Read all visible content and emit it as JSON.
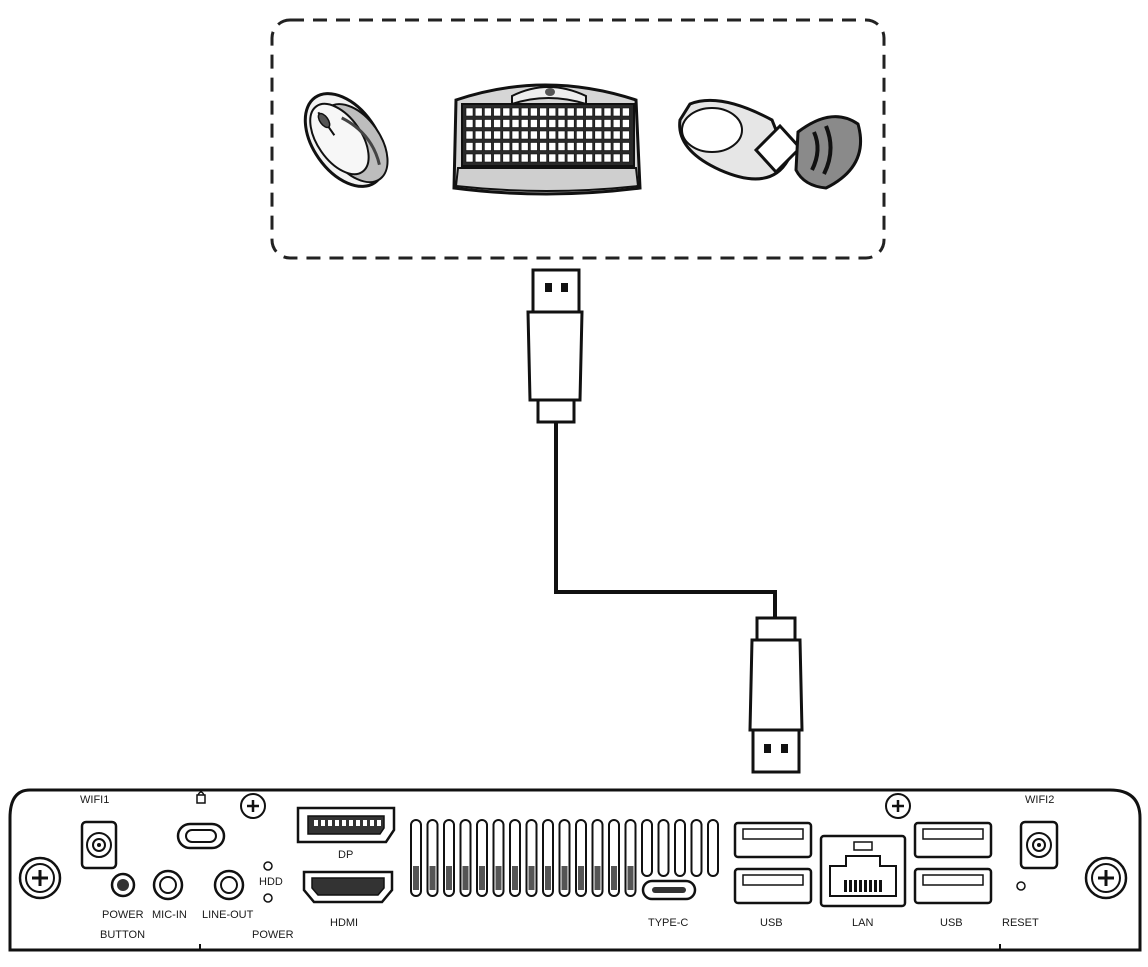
{
  "devices_group": {
    "items": [
      "mouse-icon",
      "keyboard-icon",
      "usb-dongle-icon"
    ]
  },
  "cable": {
    "connector_type": "USB Type-A"
  },
  "panel": {
    "labels": {
      "wifi1": "WIFI1",
      "wifi2": "WIFI2",
      "power_button_line1": "POWER",
      "power_button_line2": "BUTTON",
      "mic_in": "MIC-IN",
      "line_out": "LINE-OUT",
      "hdd": "HDD",
      "power": "POWER",
      "dp": "DP",
      "hdmi": "HDMI",
      "type_c": "TYPE-C",
      "usb_left": "USB",
      "lan": "LAN",
      "usb_right": "USB",
      "reset": "RESET"
    }
  }
}
